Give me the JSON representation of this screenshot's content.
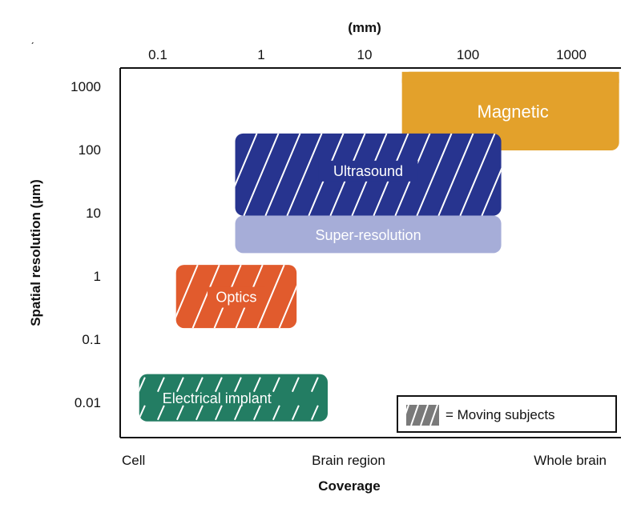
{
  "chart_data": {
    "type": "range-box",
    "title": "",
    "x_axis": {
      "label": "Coverage",
      "unit_label": "(mm)",
      "scale": "log",
      "range": [
        0.04,
        3000
      ],
      "ticks": [
        {
          "value": 0.1,
          "label": "0.1"
        },
        {
          "value": 1,
          "label": "1"
        },
        {
          "value": 10,
          "label": "10"
        },
        {
          "value": 100,
          "label": "100"
        },
        {
          "value": 1000,
          "label": "1000"
        }
      ],
      "categories": [
        {
          "label": "Cell",
          "value": 0.05
        },
        {
          "label": "Brain region",
          "value": 7
        },
        {
          "label": "Whole brain",
          "value": 700
        }
      ]
    },
    "y_axis": {
      "label": "Spatial resolution (µm)",
      "scale": "log",
      "range": [
        0.003,
        1700
      ],
      "ticks": [
        {
          "value": 1000,
          "label": "1000"
        },
        {
          "value": 100,
          "label": "100"
        },
        {
          "value": 10,
          "label": "10"
        },
        {
          "value": 1,
          "label": "1"
        },
        {
          "value": 0.1,
          "label": "0.1"
        },
        {
          "value": 0.01,
          "label": "0.01"
        }
      ]
    },
    "series": [
      {
        "name": "Magnetic",
        "x_range": [
          23,
          2900
        ],
        "y_range": [
          97,
          1700
        ],
        "color": "#E3A12B",
        "moving_subjects": false,
        "font_size": "large"
      },
      {
        "name": "Ultrasound",
        "x_range": [
          0.56,
          210
        ],
        "y_range": [
          9,
          180
        ],
        "color": "#27348F",
        "moving_subjects": true,
        "font_size": "medium"
      },
      {
        "name": "Super-resolution",
        "x_range": [
          0.56,
          210
        ],
        "y_range": [
          2.3,
          9
        ],
        "color": "#A6ADD8",
        "moving_subjects": false,
        "font_size": "medium"
      },
      {
        "name": "Optics",
        "x_range": [
          0.15,
          2.2
        ],
        "y_range": [
          0.15,
          1.5
        ],
        "color": "#E15B2D",
        "moving_subjects": true,
        "font_size": "medium"
      },
      {
        "name": "Electrical implant",
        "x_range": [
          0.066,
          4.4
        ],
        "y_range": [
          0.005,
          0.028
        ],
        "color": "#237D63",
        "moving_subjects": true,
        "font_size": "medium"
      }
    ],
    "legend": {
      "position": "bottom-right",
      "swatch_color": "#7A7A7A",
      "text": "= Moving subjects"
    },
    "grid": false
  }
}
